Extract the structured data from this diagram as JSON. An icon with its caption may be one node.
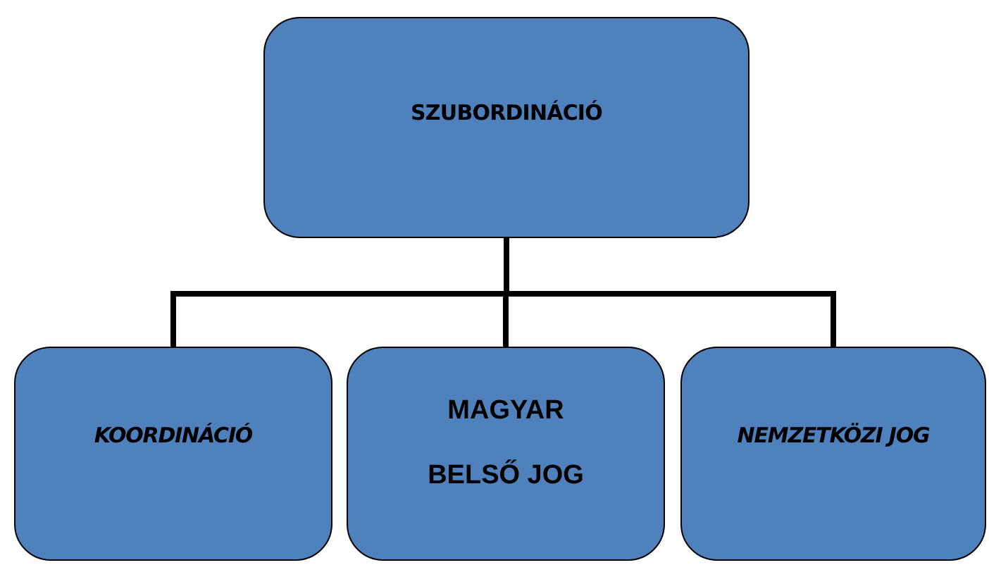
{
  "diagram": {
    "nodes": [
      {
        "text": [
          "SZUBORDINÁCIÓ"
        ]
      },
      {
        "text": [
          "KOORDINÁCIÓ"
        ]
      },
      {
        "text": [
          "MAGYAR BELSŐ JOG"
        ]
      },
      {
        "text": [
          "NEMZETKÖZI JOG"
        ]
      }
    ],
    "edges": [
      {
        "from": 0,
        "to": 1,
        "arrow": "none"
      },
      {
        "from": 0,
        "to": 2,
        "arrow": "none"
      },
      {
        "from": 0,
        "to": 3,
        "arrow": "none"
      }
    ]
  }
}
